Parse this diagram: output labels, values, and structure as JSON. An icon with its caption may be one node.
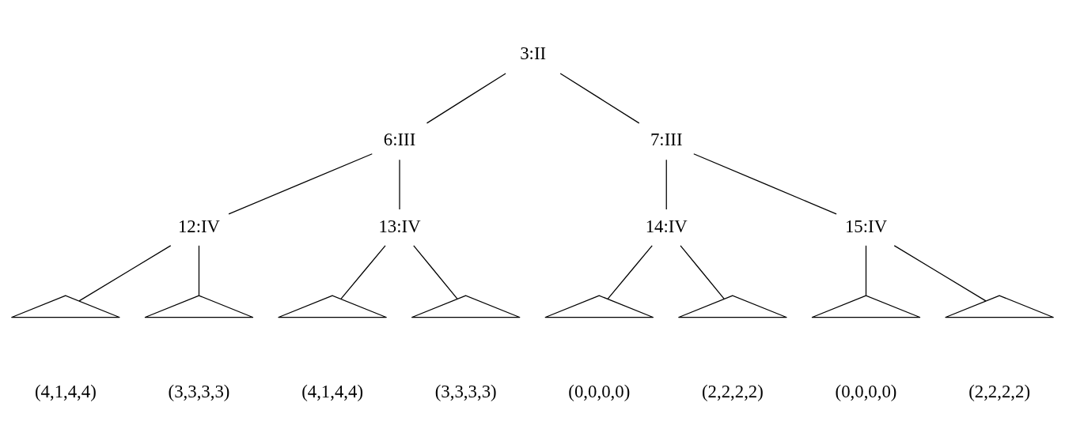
{
  "diagram": {
    "nodes": [
      {
        "text": [
          "3:II"
        ]
      },
      {
        "text": [
          "6:III"
        ]
      },
      {
        "text": [
          "7:III"
        ]
      },
      {
        "text": [
          "12:IV"
        ]
      },
      {
        "text": [
          "13:IV"
        ]
      },
      {
        "text": [
          "14:IV"
        ]
      },
      {
        "text": [
          "15:IV"
        ]
      },
      {
        "text": [],
        "shape": "triangle",
        "beside": [
          "(4,1,4,4)"
        ]
      },
      {
        "text": [],
        "shape": "triangle",
        "beside": [
          "(3,3,3,3)"
        ]
      },
      {
        "text": [],
        "shape": "triangle",
        "beside": [
          "(4,1,4,4)"
        ]
      },
      {
        "text": [],
        "shape": "triangle",
        "beside": [
          "(3,3,3,3)"
        ]
      },
      {
        "text": [],
        "shape": "triangle",
        "beside": [
          "(0,0,0,0)"
        ]
      },
      {
        "text": [],
        "shape": "triangle",
        "beside": [
          "(2,2,2,2)"
        ]
      },
      {
        "text": [],
        "shape": "triangle",
        "beside": [
          "(0,0,0,0)"
        ]
      },
      {
        "text": [],
        "shape": "triangle",
        "beside": [
          "(2,2,2,2)"
        ]
      }
    ],
    "edges": [
      {
        "from": 0,
        "to": 1,
        "arrow": "none"
      },
      {
        "from": 0,
        "to": 2,
        "arrow": "none"
      },
      {
        "from": 1,
        "to": 3,
        "arrow": "none"
      },
      {
        "from": 1,
        "to": 4,
        "arrow": "none"
      },
      {
        "from": 2,
        "to": 5,
        "arrow": "none"
      },
      {
        "from": 2,
        "to": 6,
        "arrow": "none"
      },
      {
        "from": 3,
        "to": 7,
        "arrow": "none"
      },
      {
        "from": 3,
        "to": 8,
        "arrow": "none"
      },
      {
        "from": 4,
        "to": 9,
        "arrow": "none"
      },
      {
        "from": 4,
        "to": 10,
        "arrow": "none"
      },
      {
        "from": 5,
        "to": 11,
        "arrow": "none"
      },
      {
        "from": 5,
        "to": 12,
        "arrow": "none"
      },
      {
        "from": 6,
        "to": 13,
        "arrow": "none"
      },
      {
        "from": 6,
        "to": 14,
        "arrow": "none"
      }
    ]
  }
}
